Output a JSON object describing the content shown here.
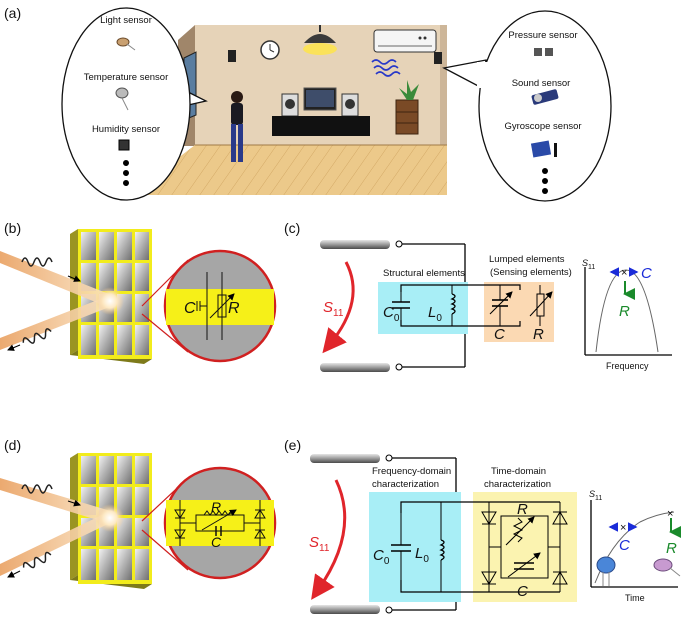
{
  "panels": {
    "a": "(a)",
    "b": "(b)",
    "c": "(c)",
    "d": "(d)",
    "e": "(e)"
  },
  "left_bubble": {
    "items": [
      "Light sensor",
      "Temperature sensor",
      "Humidity sensor"
    ]
  },
  "right_bubble": {
    "items": [
      "Pressure sensor",
      "Sound sensor",
      "Gyroscope sensor"
    ]
  },
  "circuit_b": {
    "c": "C",
    "r": "R"
  },
  "circuit_c": {
    "structural": "Structural elements",
    "lumped_1": "Lumped elements",
    "lumped_2": "(Sensing elements)",
    "s11": "S",
    "s11_sub": "11",
    "c0": "C",
    "c0_sub": "0",
    "l0": "L",
    "l0_sub": "0",
    "c": "C",
    "r": "R"
  },
  "graph_c": {
    "ylabel": "S",
    "ylabel_sub": "11",
    "xlabel": "Frequency",
    "c": "C",
    "r": "R"
  },
  "circuit_d": {
    "c": "C",
    "r": "R"
  },
  "circuit_e": {
    "freq_1": "Frequency-domain",
    "freq_2": "characterization",
    "time_1": "Time-domain",
    "time_2": "characterization",
    "s11": "S",
    "s11_sub": "11",
    "c0": "C",
    "c0_sub": "0",
    "l0": "L",
    "l0_sub": "0",
    "c": "C",
    "r": "R"
  },
  "graph_e": {
    "ylabel": "S",
    "ylabel_sub": "11",
    "xlabel": "Time",
    "c": "C",
    "r": "R"
  },
  "colors": {
    "cyan_box": "#a8eef6",
    "orange_box": "#fbd9b3",
    "yellow_box": "#fbf3b0",
    "arrow_red": "#e0252b",
    "blue": "#1a2bd8",
    "green": "#1a8a2b",
    "grid_yellow": "#f2ec1c",
    "floor": "#e9c88e",
    "wall": "#e6d3b8"
  }
}
